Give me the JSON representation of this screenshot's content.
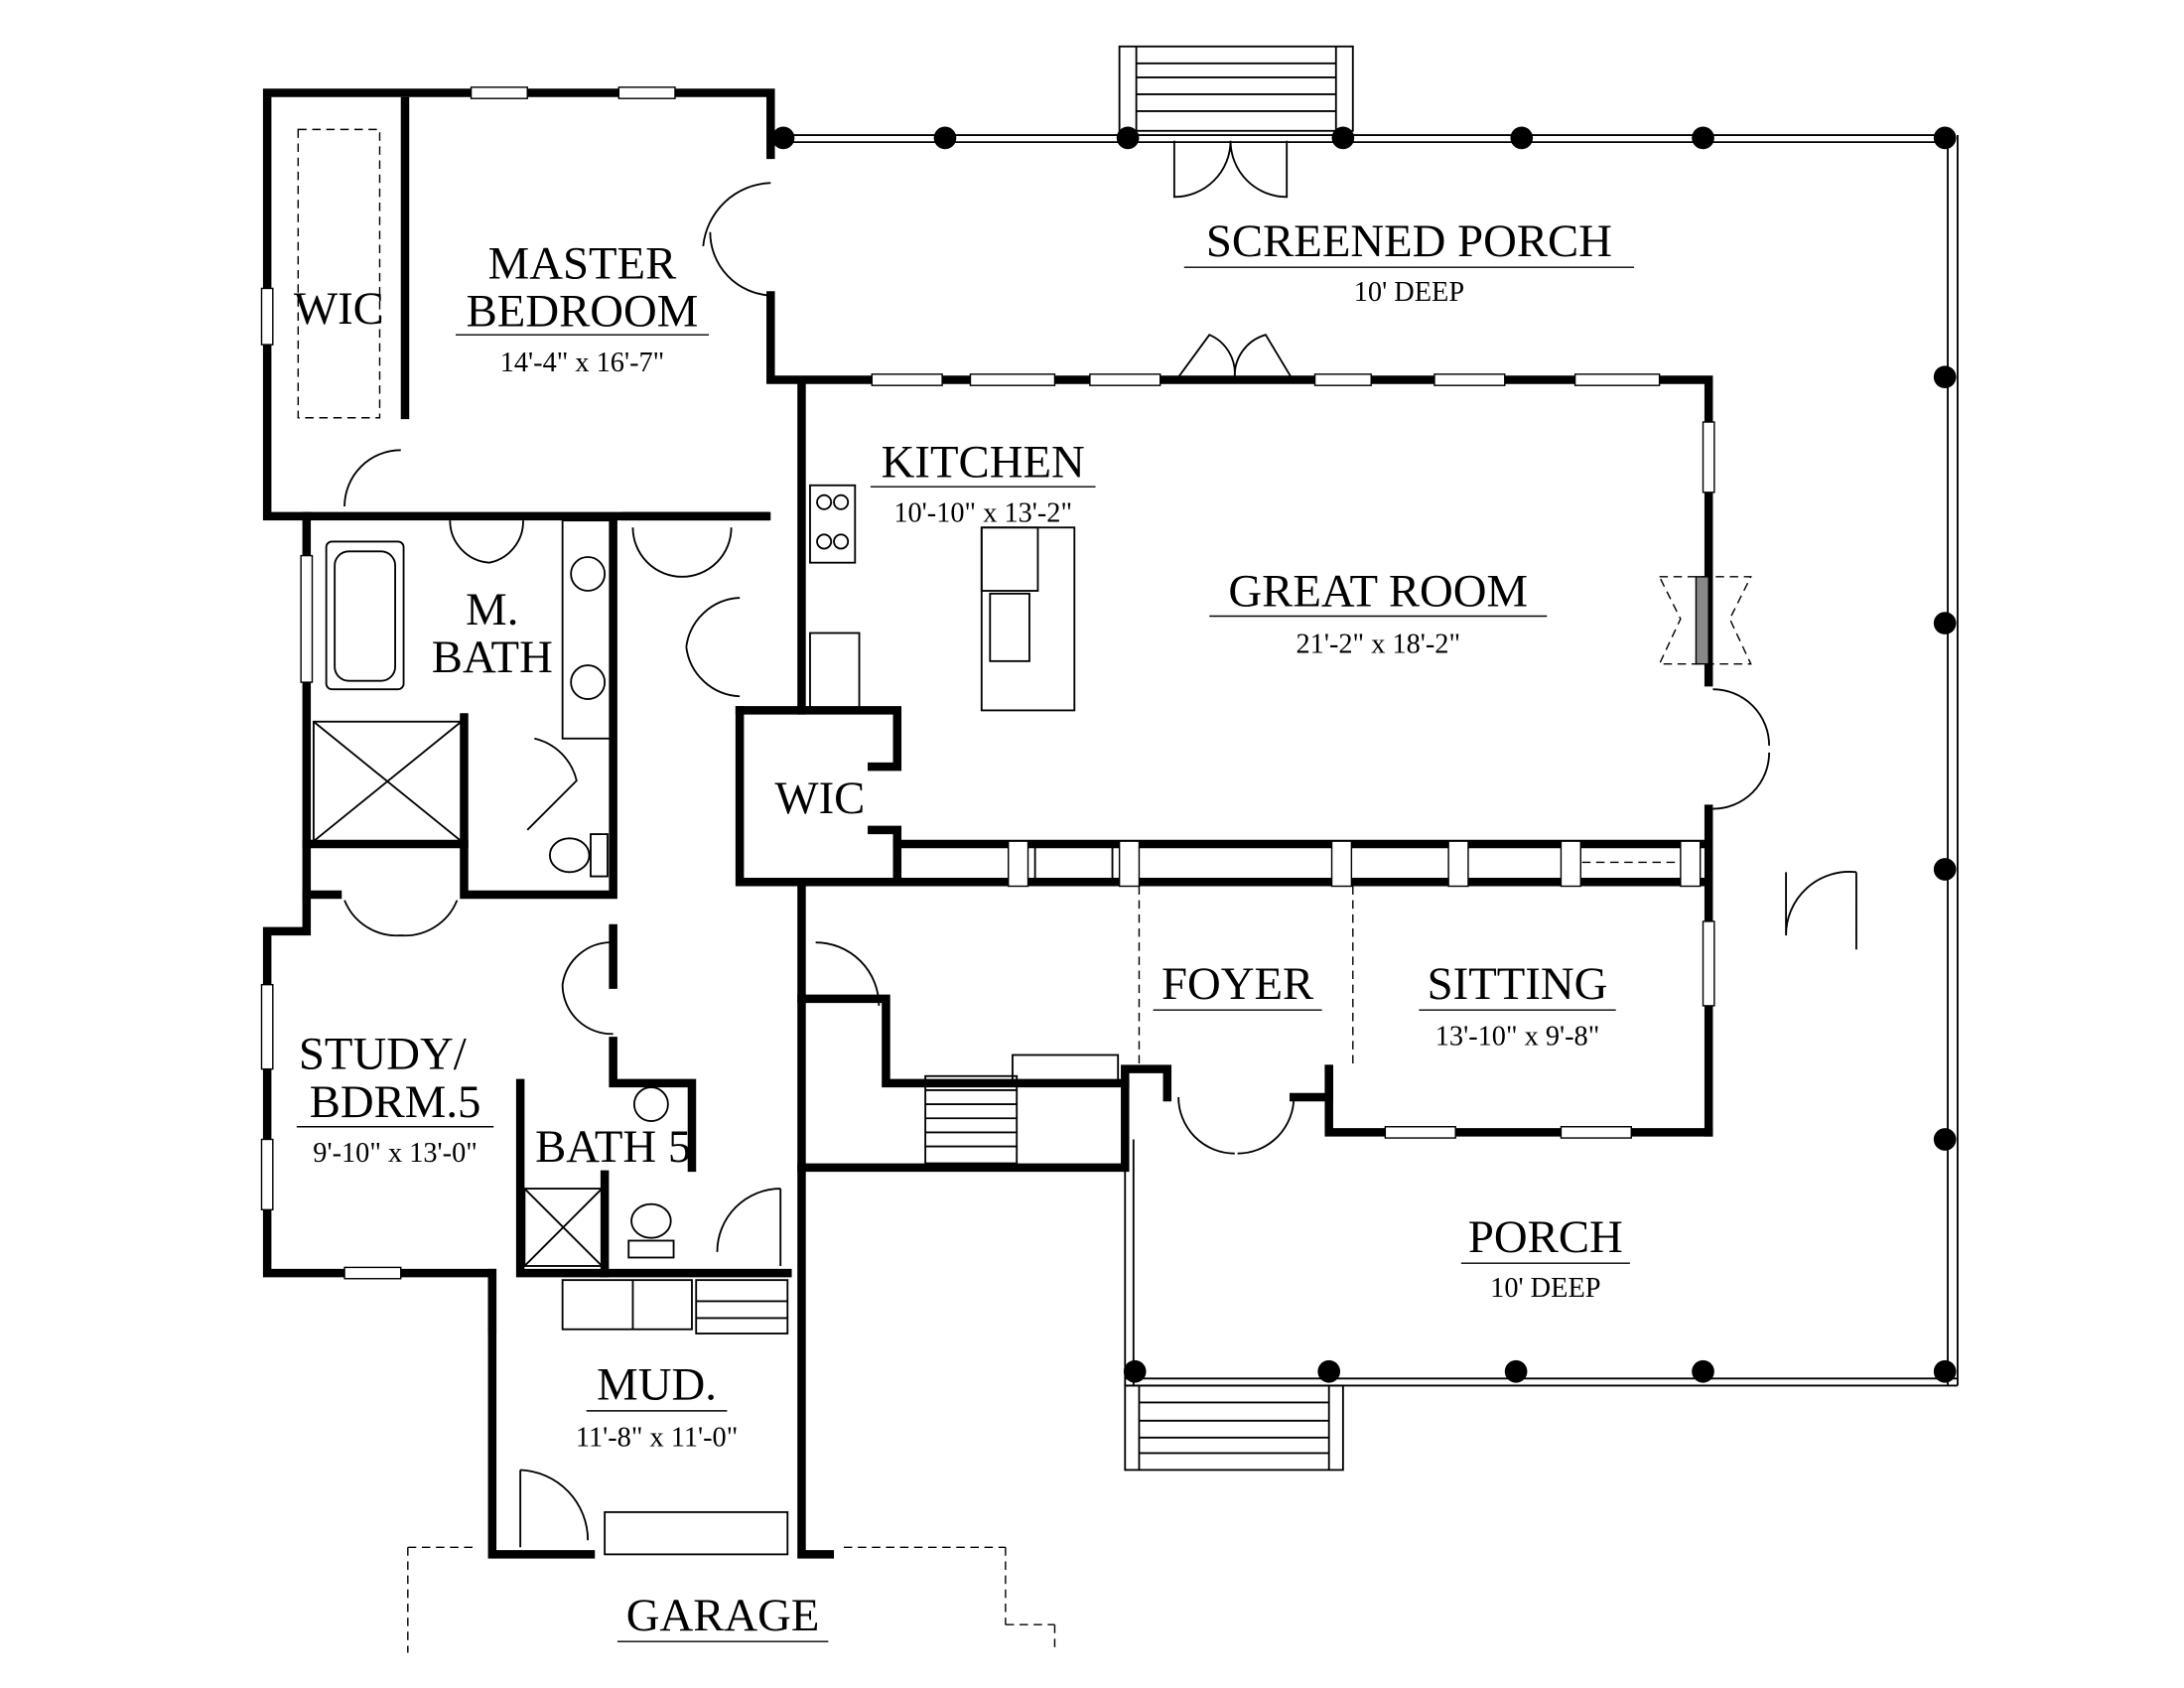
{
  "rooms": {
    "master_bedroom": {
      "line1": "MASTER",
      "line2": "BEDROOM",
      "dims": "14'-4\" x 16'-7\""
    },
    "master_wic": {
      "label": "WIC"
    },
    "screened_porch": {
      "label": "SCREENED PORCH",
      "dims": "10' DEEP"
    },
    "kitchen": {
      "label": "KITCHEN",
      "dims": "10'-10\" x 13'-2\""
    },
    "great_room": {
      "label": "GREAT ROOM",
      "dims": "21'-2\" x 18'-2\""
    },
    "master_bath": {
      "line1": "M.",
      "line2": "BATH"
    },
    "wic": {
      "label": "WIC"
    },
    "foyer": {
      "label": "FOYER"
    },
    "sitting": {
      "label": "SITTING",
      "dims": "13'-10\" x 9'-8\""
    },
    "study": {
      "line1": "STUDY/",
      "line2": "BDRM.5",
      "dims": "9'-10\" x 13'-0\""
    },
    "bath5": {
      "label": "BATH 5"
    },
    "porch": {
      "label": "PORCH",
      "dims": "10' DEEP"
    },
    "mud": {
      "label": "MUD.",
      "dims": "11'-8\" x 11'-0\""
    },
    "garage": {
      "label": "GARAGE"
    }
  }
}
